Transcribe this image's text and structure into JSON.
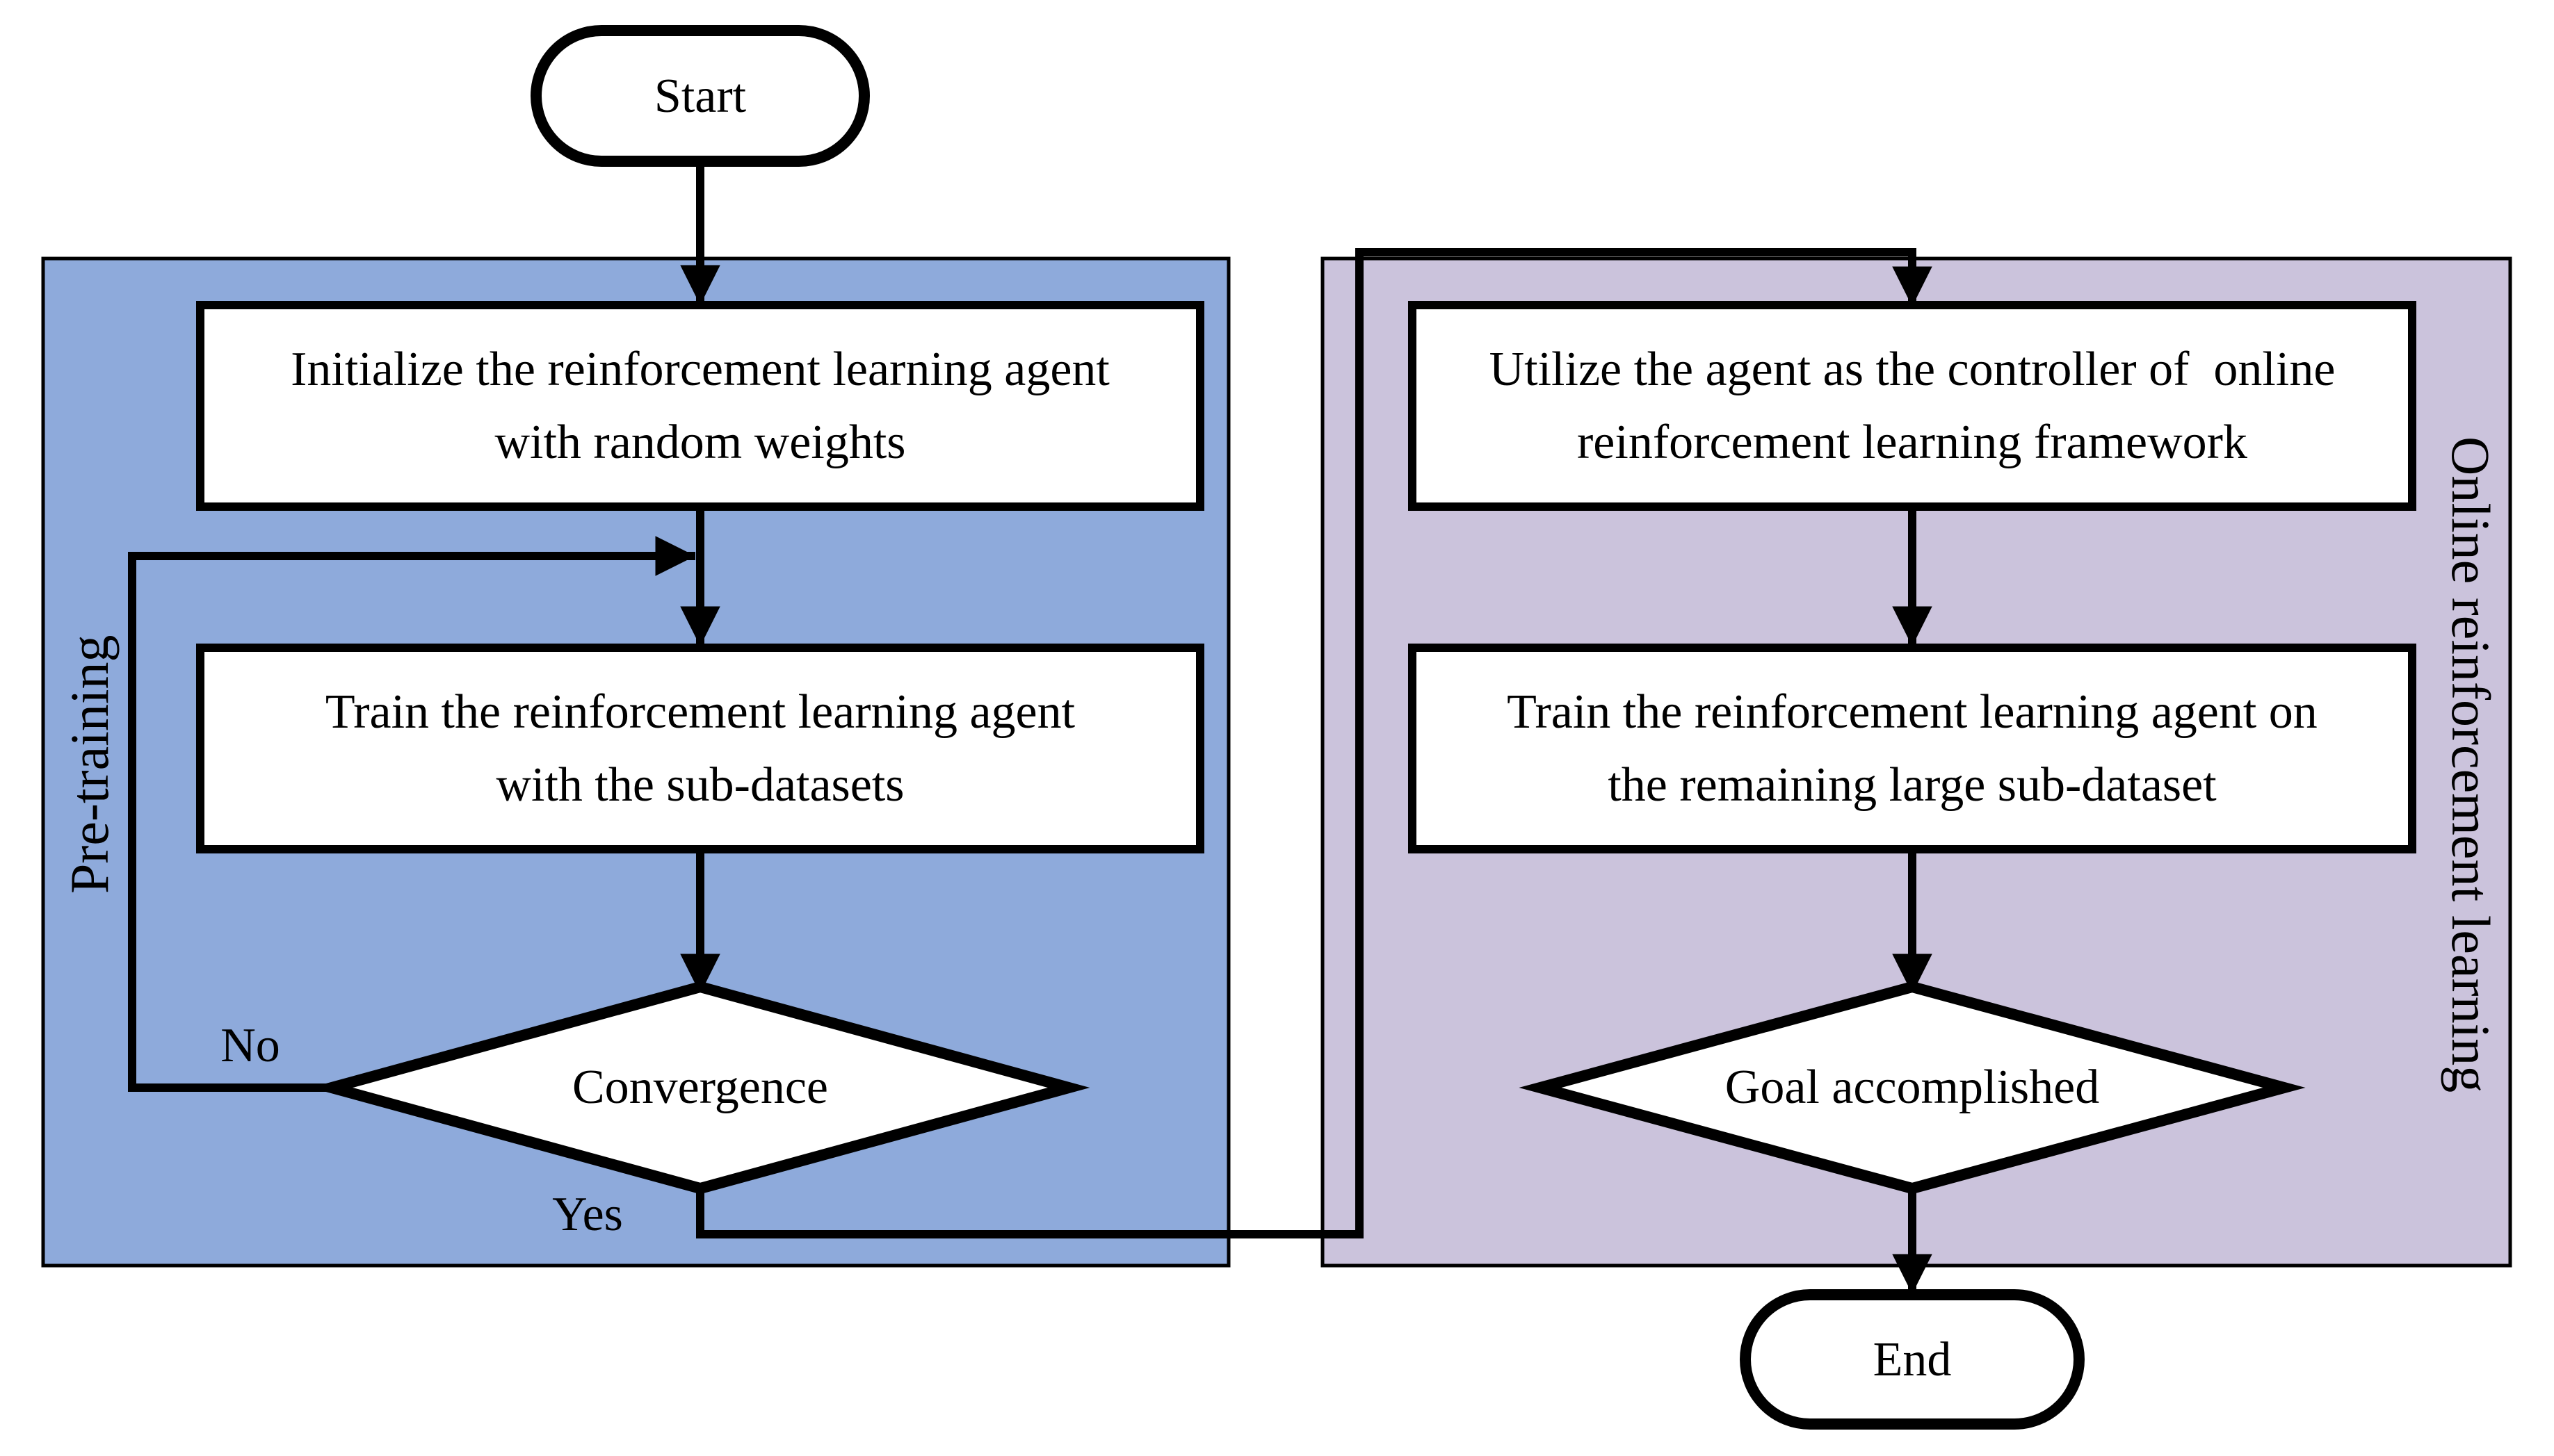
{
  "colors": {
    "pretraining_panel_bg": "#8EAADB",
    "online_panel_bg": "#CBC3DC",
    "shape_fill": "#FFFFFF",
    "line": "#000000"
  },
  "panels": {
    "pretraining": {
      "label": "Pre-training"
    },
    "online": {
      "label": "Online reinforcement learning"
    }
  },
  "nodes": {
    "start": {
      "label": "Start"
    },
    "initialize": {
      "label": "Initialize the reinforcement learning agent\nwith random weights"
    },
    "pretrain_train": {
      "label": "Train the reinforcement learning agent\nwith the sub-datasets"
    },
    "convergence": {
      "label": "Convergence"
    },
    "utilize": {
      "label": "Utilize the agent as the controller of  online\nreinforcement learning framework"
    },
    "online_train": {
      "label": "Train the reinforcement learning agent on\nthe remaining large sub-dataset"
    },
    "goal": {
      "label": "Goal accomplished"
    },
    "end": {
      "label": "End"
    }
  },
  "edges": {
    "no_label": "No",
    "yes_label": "Yes"
  }
}
